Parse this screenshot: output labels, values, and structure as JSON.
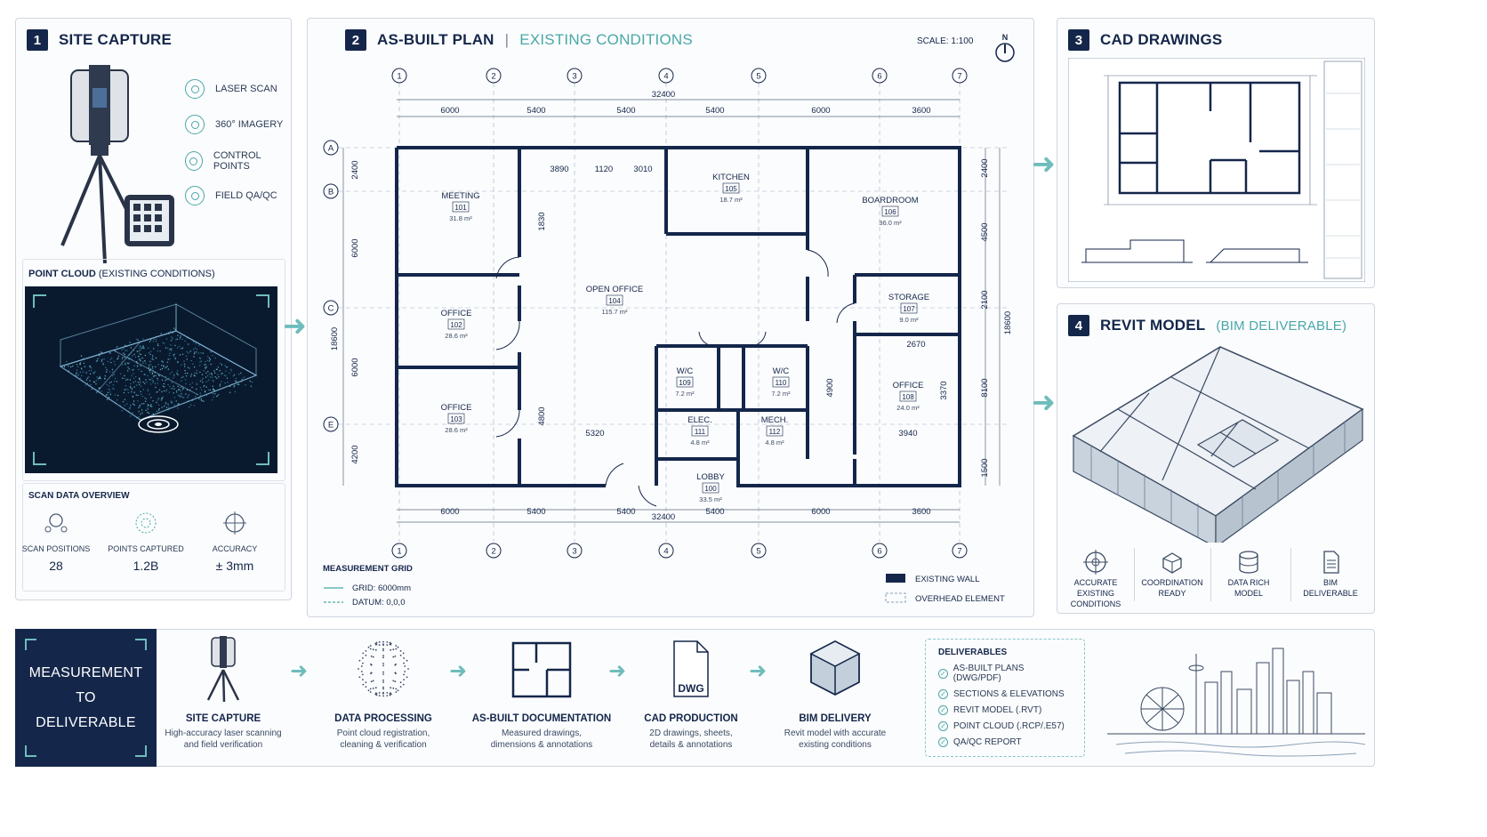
{
  "panel1": {
    "number": "1",
    "title": "SITE CAPTURE",
    "items": [
      {
        "label": "LASER SCAN",
        "icon": "laser-scan-icon"
      },
      {
        "label": "360° IMAGERY",
        "icon": "camera-360-icon"
      },
      {
        "label": "CONTROL POINTS",
        "icon": "control-point-icon"
      },
      {
        "label": "FIELD QA/QC",
        "icon": "magnifier-icon"
      }
    ],
    "point_cloud_title": "POINT CLOUD",
    "point_cloud_sub": "(EXISTING CONDITIONS)",
    "overview_title": "SCAN DATA OVERVIEW",
    "stats": [
      {
        "label": "SCAN POSITIONS",
        "value": "28"
      },
      {
        "label": "POINTS CAPTURED",
        "value": "1.2B"
      },
      {
        "label": "ACCURACY",
        "value": "± 3mm"
      }
    ]
  },
  "panel2": {
    "number": "2",
    "title": "AS-BUILT PLAN",
    "subtitle": "EXISTING CONDITIONS",
    "scale": "SCALE: 1:100",
    "north": "N",
    "grid_columns": [
      "1",
      "2",
      "3",
      "4",
      "5",
      "6",
      "7"
    ],
    "grid_rows": [
      "A",
      "B",
      "C",
      "E"
    ],
    "overall_width": "32400",
    "bay_widths": [
      "6000",
      "5400",
      "5400",
      "5400",
      "6000",
      "3600"
    ],
    "left_dims": [
      "2400",
      "6000",
      "6000",
      "4200"
    ],
    "overall_height": "18600",
    "right_dims": [
      "2400",
      "4500",
      "2100",
      "8100",
      "1500"
    ],
    "inner_dims": [
      "3890",
      "1120",
      "3010",
      "1830",
      "4800",
      "5320",
      "2670",
      "4900",
      "3370",
      "3940"
    ],
    "rooms": [
      {
        "name": "MEETING",
        "num": "101",
        "area": "31.8 m²"
      },
      {
        "name": "OFFICE",
        "num": "102",
        "area": "28.6 m²"
      },
      {
        "name": "OFFICE",
        "num": "103",
        "area": "28.6 m²"
      },
      {
        "name": "OPEN OFFICE",
        "num": "104",
        "area": "115.7 m²"
      },
      {
        "name": "KITCHEN",
        "num": "105",
        "area": "18.7 m²"
      },
      {
        "name": "BOARDROOM",
        "num": "106",
        "area": "36.0 m²"
      },
      {
        "name": "STORAGE",
        "num": "107",
        "area": "9.0 m²"
      },
      {
        "name": "OFFICE",
        "num": "108",
        "area": "24.0 m²"
      },
      {
        "name": "W/C",
        "num": "109",
        "area": "7.2 m²"
      },
      {
        "name": "W/C",
        "num": "110",
        "area": "7.2 m²"
      },
      {
        "name": "ELEC.",
        "num": "111",
        "area": "4.8 m²"
      },
      {
        "name": "MECH.",
        "num": "112",
        "area": "4.8 m²"
      },
      {
        "name": "LOBBY",
        "num": "100",
        "area": "33.5 m²"
      }
    ],
    "grid_title": "MEASUREMENT GRID",
    "grid_line": "GRID: 6000mm",
    "datum_line": "DATUM: 0,0,0",
    "legend": [
      "EXISTING WALL",
      "OVERHEAD ELEMENT"
    ]
  },
  "panel3": {
    "number": "3",
    "title": "CAD DRAWINGS"
  },
  "panel4": {
    "number": "4",
    "title": "REVIT MODEL",
    "subtitle": "(BIM DELIVERABLE)",
    "features": [
      {
        "l1": "ACCURATE",
        "l2": "EXISTING CONDITIONS",
        "icon": "target-icon"
      },
      {
        "l1": "COORDINATION",
        "l2": "READY",
        "icon": "cube-network-icon"
      },
      {
        "l1": "DATA RICH",
        "l2": "MODEL",
        "icon": "database-icon"
      },
      {
        "l1": "BIM",
        "l2": "DELIVERABLE",
        "icon": "document-icon"
      }
    ]
  },
  "bottom": {
    "banner": [
      "MEASUREMENT",
      "TO",
      "DELIVERABLE"
    ],
    "steps": [
      {
        "title": "SITE CAPTURE",
        "d1": "High-accuracy laser scanning",
        "d2": "and field verification",
        "icon": "scanner-icon"
      },
      {
        "title": "DATA PROCESSING",
        "d1": "Point cloud registration,",
        "d2": "cleaning & verification",
        "icon": "point-cloud-icon"
      },
      {
        "title": "AS-BUILT DOCUMENTATION",
        "d1": "Measured drawings,",
        "d2": "dimensions & annotations",
        "icon": "floor-plan-icon"
      },
      {
        "title": "CAD PRODUCTION",
        "d1": "2D drawings, sheets,",
        "d2": "details & annotations",
        "icon": "dwg-file-icon"
      },
      {
        "title": "BIM DELIVERY",
        "d1": "Revit model with accurate",
        "d2": "existing conditions",
        "icon": "bim-cube-icon"
      }
    ],
    "dwg_label": "DWG",
    "deliverables_title": "DELIVERABLES",
    "deliverables": [
      "AS-BUILT PLANS (DWG/PDF)",
      "SECTIONS & ELEVATIONS",
      "REVIT MODEL (.RVT)",
      "POINT CLOUD (.RCP/.E57)",
      "QA/QC REPORT"
    ]
  }
}
